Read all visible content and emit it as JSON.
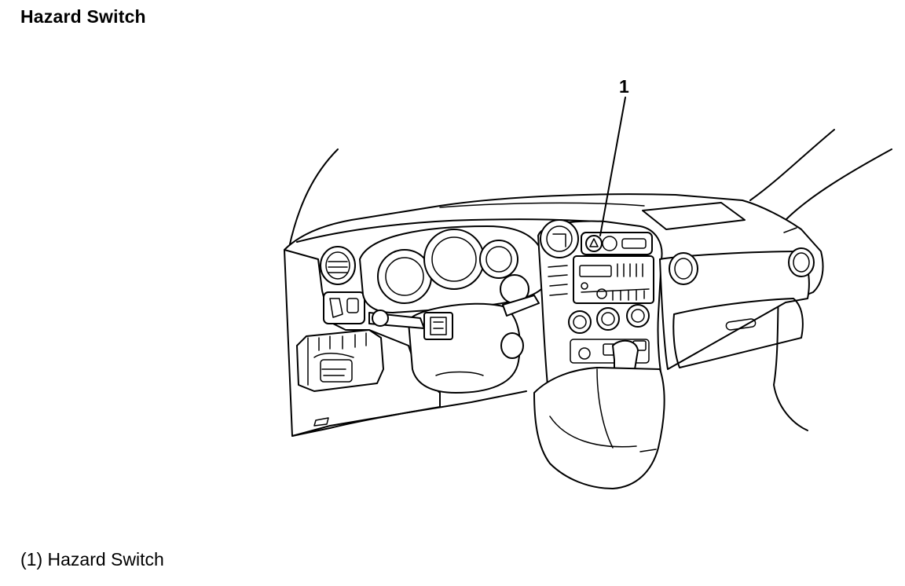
{
  "page": {
    "title": "Hazard Switch"
  },
  "diagram": {
    "callouts": [
      {
        "label": "1"
      }
    ]
  },
  "caption": {
    "text": "(1) Hazard Switch"
  },
  "colors": {
    "line": "#000000",
    "background": "#ffffff"
  }
}
